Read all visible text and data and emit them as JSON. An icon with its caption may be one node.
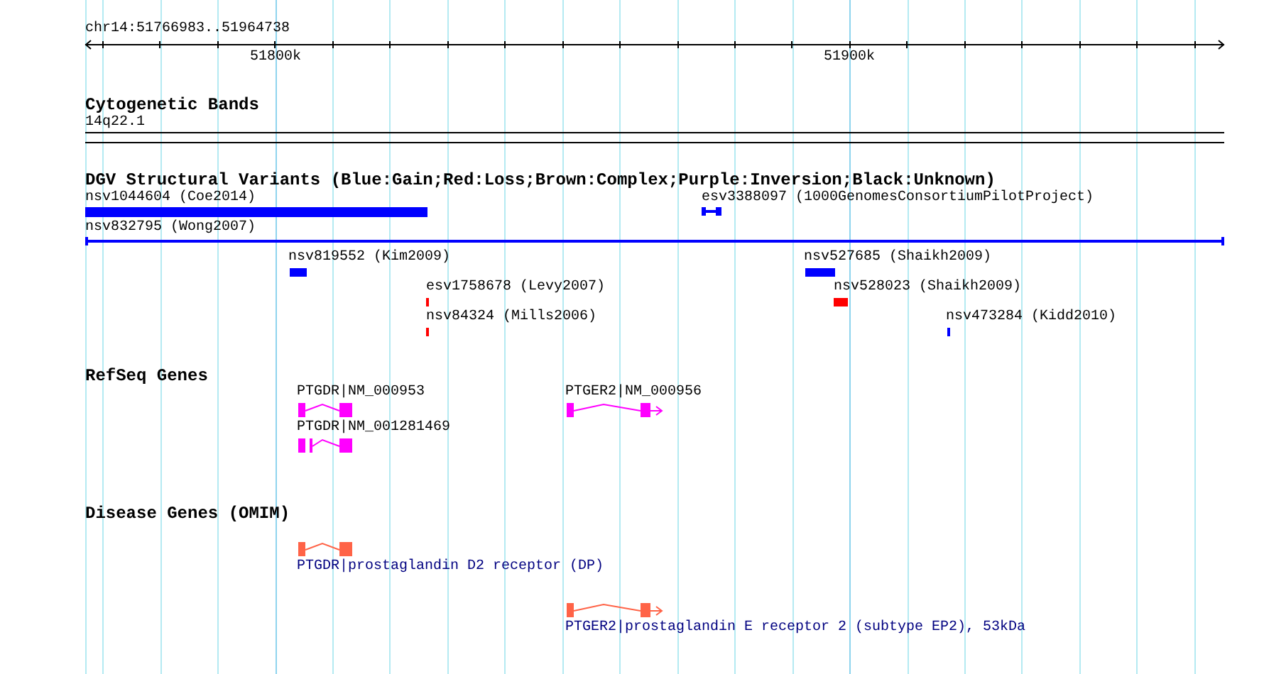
{
  "diagram": {
    "labels": [
      "chr14:51766983..51964738",
      "51800k",
      "51900k",
      "Cytogenetic Bands",
      "14q22.1",
      "DGV Structural Variants (Blue:Gain;Red:Loss;Brown:Complex;Purple:Inversion;Black:Unknown)",
      "nsv1044604 (Coe2014)",
      "esv3388097 (1000GenomesConsortiumPilotProject)",
      "nsv832795 (Wong2007)",
      "nsv819552 (Kim2009)",
      "nsv527685 (Shaikh2009)",
      "esv1758678 (Levy2007)",
      "nsv528023 (Shaikh2009)",
      "nsv84324 (Mills2006)",
      "nsv473284 (Kidd2010)",
      "RefSeq Genes",
      "PTGDR|NM_000953",
      "PTGER2|NM_000956",
      "PTGDR|NM_001281469",
      "Disease Genes (OMIM)",
      "PTGDR|prostaglandin D2 receptor (DP)",
      "PTGER2|prostaglandin E receptor 2 (subtype EP2), 53kDa"
    ]
  }
}
